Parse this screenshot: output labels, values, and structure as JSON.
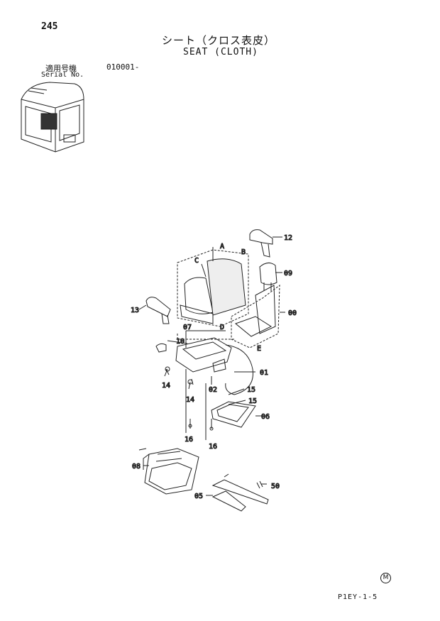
{
  "page_number": "245",
  "title_jp": "シート（クロス表皮）",
  "title_en": "SEAT (CLOTH)",
  "serial": {
    "label_jp": "適用号機",
    "range": "010001-",
    "label_en": "Serial No."
  },
  "page_code": "P1EY-1-5",
  "mark": "M",
  "part_labels": {
    "p12": "12",
    "p09": "09",
    "p00": "00",
    "p13": "13",
    "p07": "07",
    "p10": "10",
    "p01": "01",
    "p14a": "14",
    "p14b": "14",
    "p02": "02",
    "p15a": "15",
    "p15b": "15",
    "p06": "06",
    "p16a": "16",
    "p16b": "16",
    "p08": "08",
    "p50": "50",
    "p05": "05"
  },
  "callouts": {
    "A": "A",
    "B": "B",
    "C": "C",
    "D": "D",
    "E": "E"
  }
}
